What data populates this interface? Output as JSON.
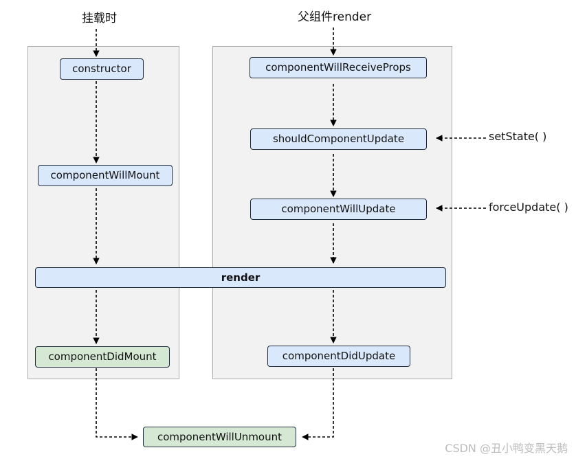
{
  "labels": {
    "mount_stage": "挂载时",
    "update_stage": "父组件render",
    "set_state": "setState( )",
    "force_update": "forceUpdate( )"
  },
  "nodes": {
    "constructor": "constructor",
    "component_will_mount": "componentWillMount",
    "render": "render",
    "component_did_mount": "componentDidMount",
    "component_will_receive_props": "componentWillReceiveProps",
    "should_component_update": "shouldComponentUpdate",
    "component_will_update": "componentWillUpdate",
    "component_did_update": "componentDidUpdate",
    "component_will_unmount": "componentWillUnmount"
  },
  "watermark": "CSDN @丑小鸭变黑天鹅",
  "colors": {
    "panel_fill": "#f2f2f2",
    "panel_border": "#a9a9a9",
    "node_blue": "#dae8fc",
    "node_green": "#d5e8d4",
    "node_border": "#1f2a3a",
    "arrow": "#000000"
  }
}
